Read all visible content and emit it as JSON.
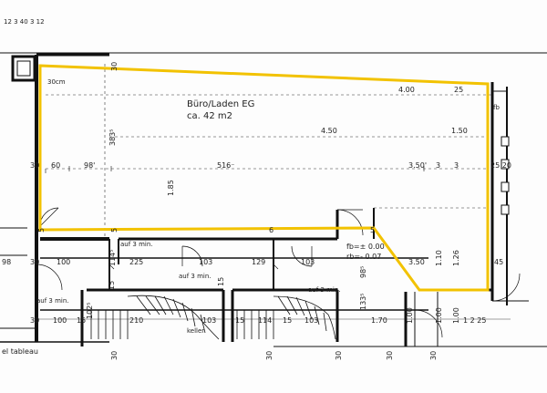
{
  "room": {
    "name": "Büro/Laden EG",
    "area": "ca. 42 m2",
    "outline_color": "#f2c200"
  },
  "labels": {
    "top_left_dims": "12 3 40 3 12",
    "corner_30cm": "30cm",
    "lower_left": "el tableau",
    "keller": "keller",
    "fb": "fb=± 0.00",
    "rb": "rb=- 0.07",
    "auf_3min_a": "auf 3 min.",
    "auf_3min_b": "auf 3 min.",
    "auf_3min_c": "auf 3 min.",
    "auf_3min_d": "auf 3 min."
  },
  "dimensions": {
    "d_4_00": "4.00",
    "d_4_50": "4.50",
    "d_1_50": "1.50",
    "d_30a": "30",
    "d_60": "60",
    "d_98a": "98'",
    "d_516": "516⁻",
    "d_3_50a": "3.50'",
    "d_3a": "3",
    "d_3b": "3",
    "d_25_20": "25 20",
    "d_383": "383⁵",
    "d_1_85": "1.85",
    "d_30b": "30",
    "d_5a": "5",
    "d_5b": "5",
    "d_98b": "98",
    "d_30c": "30",
    "d_100a": "100",
    "d_114": "114⁵",
    "d_225": "225",
    "d_103a": "103",
    "d_129": "129",
    "d_103b": "103",
    "d_3_50b": "3.50",
    "d_1_10": "1.10",
    "d_1_26": "1.26",
    "d_45": "45",
    "d_98c": "98⁵",
    "d_15a": "15",
    "d_102": "102⁵",
    "d_15b": "15",
    "d_30d": "30",
    "d_100b": "100",
    "d_15c": "15",
    "d_210": "210",
    "d_103c": "103",
    "d_15d": "15",
    "d_114b": "114",
    "d_15e": "15",
    "d_103d": "103",
    "d_1_70": "1.70",
    "d_133": "133⁵",
    "d_1_00a": "1.00",
    "d_1_00b": "1.00",
    "d_1_25": "1 2 25",
    "d_1_00c": "1.00",
    "d_30e": "30",
    "d_30f": "30",
    "d_30g": "30",
    "d_30h": "30",
    "d_5fb": "fb",
    "d_5c": "5",
    "d_6": "6",
    "d_30top": "30",
    "d_30i": "30",
    "d_25": "25"
  }
}
